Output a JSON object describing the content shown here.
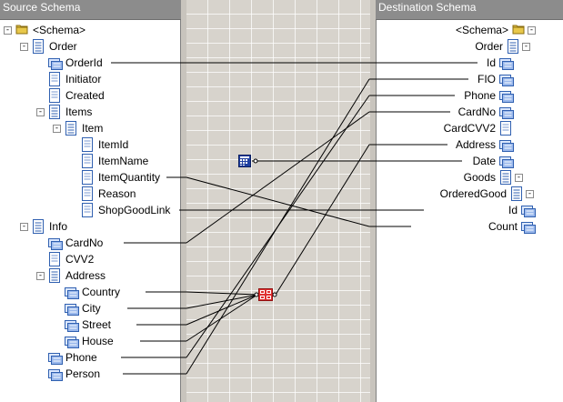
{
  "source_header": "Source Schema",
  "destination_header": "Destination Schema",
  "source_tree": [
    {
      "label": "<Schema>",
      "icon": "folder-icon",
      "toggle": "-",
      "indent": 0
    },
    {
      "label": "Order",
      "icon": "record-icon",
      "toggle": "-",
      "indent": 1
    },
    {
      "label": "OrderId",
      "icon": "field-element-icon",
      "toggle": "",
      "indent": 2
    },
    {
      "label": "Initiator",
      "icon": "field-attribute-icon",
      "toggle": "",
      "indent": 2
    },
    {
      "label": "Created",
      "icon": "field-attribute-icon",
      "toggle": "",
      "indent": 2
    },
    {
      "label": "Items",
      "icon": "record-icon",
      "toggle": "-",
      "indent": 2
    },
    {
      "label": "Item",
      "icon": "record-icon",
      "toggle": "-",
      "indent": 3
    },
    {
      "label": "ItemId",
      "icon": "field-attribute-icon",
      "toggle": "",
      "indent": 4
    },
    {
      "label": "ItemName",
      "icon": "field-attribute-icon",
      "toggle": "",
      "indent": 4
    },
    {
      "label": "ItemQuantity",
      "icon": "field-attribute-icon",
      "toggle": "",
      "indent": 4
    },
    {
      "label": "Reason",
      "icon": "field-attribute-icon",
      "toggle": "",
      "indent": 4
    },
    {
      "label": "ShopGoodLink",
      "icon": "field-attribute-icon",
      "toggle": "",
      "indent": 4
    },
    {
      "label": "Info",
      "icon": "record-icon",
      "toggle": "-",
      "indent": 1
    },
    {
      "label": "CardNo",
      "icon": "field-element-icon",
      "toggle": "",
      "indent": 2
    },
    {
      "label": "CVV2",
      "icon": "field-attribute-icon",
      "toggle": "",
      "indent": 2
    },
    {
      "label": "Address",
      "icon": "record-icon",
      "toggle": "-",
      "indent": 2
    },
    {
      "label": "Country",
      "icon": "field-element-icon",
      "toggle": "",
      "indent": 3
    },
    {
      "label": "City",
      "icon": "field-element-icon",
      "toggle": "",
      "indent": 3
    },
    {
      "label": "Street",
      "icon": "field-element-icon",
      "toggle": "",
      "indent": 3
    },
    {
      "label": "House",
      "icon": "field-element-icon",
      "toggle": "",
      "indent": 3
    },
    {
      "label": "Phone",
      "icon": "field-element-icon",
      "toggle": "",
      "indent": 2
    },
    {
      "label": "Person",
      "icon": "field-element-icon",
      "toggle": "",
      "indent": 2
    }
  ],
  "destination_tree": [
    {
      "label": "<Schema>",
      "icon": "folder-icon",
      "toggle": "-",
      "indent": 0
    },
    {
      "label": "Order",
      "icon": "record-icon",
      "toggle": "-",
      "indent": 1
    },
    {
      "label": "Id",
      "icon": "field-element-icon",
      "toggle": "",
      "indent": 2
    },
    {
      "label": "FIO",
      "icon": "field-element-icon",
      "toggle": "",
      "indent": 2
    },
    {
      "label": "Phone",
      "icon": "field-element-icon",
      "toggle": "",
      "indent": 2
    },
    {
      "label": "CardNo",
      "icon": "field-element-icon",
      "toggle": "",
      "indent": 2
    },
    {
      "label": "CardCVV2",
      "icon": "field-attribute-icon",
      "toggle": "",
      "indent": 2
    },
    {
      "label": "Address",
      "icon": "field-element-icon",
      "toggle": "",
      "indent": 2
    },
    {
      "label": "Date",
      "icon": "field-element-icon",
      "toggle": "",
      "indent": 2
    },
    {
      "label": "Goods",
      "icon": "record-icon",
      "toggle": "-",
      "indent": 2
    },
    {
      "label": "OrderedGood",
      "icon": "record-icon",
      "toggle": "-",
      "indent": 3
    },
    {
      "label": "Id",
      "icon": "field-element-icon",
      "toggle": "",
      "indent": 4
    },
    {
      "label": "Count",
      "icon": "field-element-icon",
      "toggle": "",
      "indent": 4
    }
  ],
  "functoids": [
    {
      "name": "date-functoid-icon",
      "color": "#1f3fa0"
    },
    {
      "name": "string-concatenate-functoid-icon",
      "color": "#e03030"
    }
  ],
  "colors": {
    "header_bg": "#8c8c8c",
    "grid_bg": "#d7d3cc",
    "link": "#000000"
  }
}
